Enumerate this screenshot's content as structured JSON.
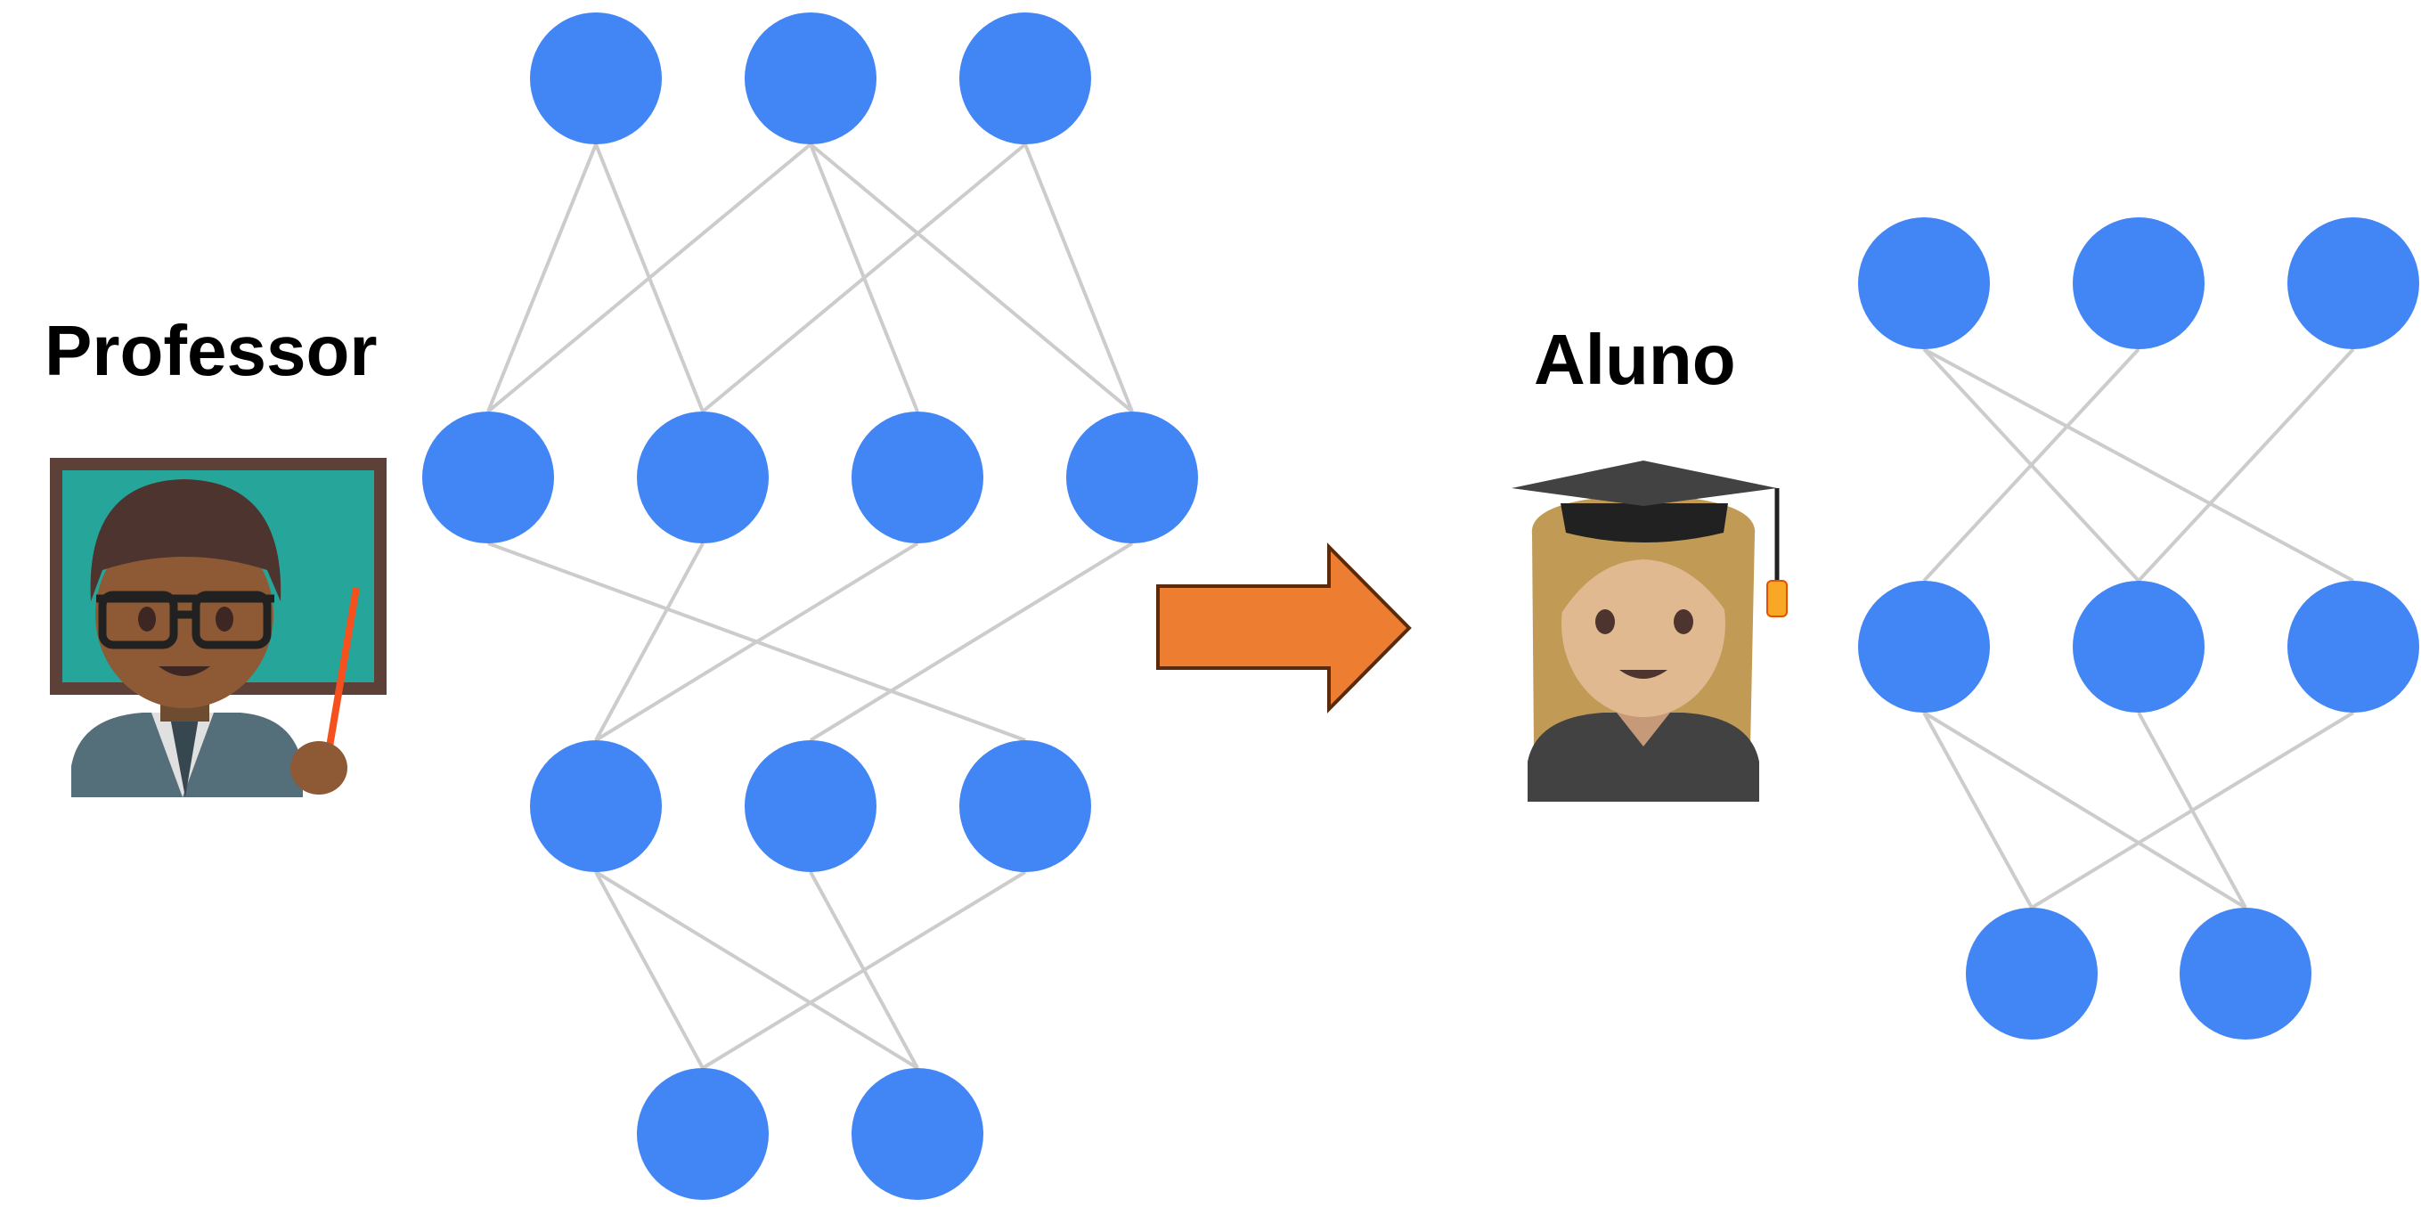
{
  "labels": {
    "teacher": "Professor",
    "student": "Aluno"
  },
  "colors": {
    "node": "#4285f4",
    "edge": "#cccccc",
    "arrow_fill": "#ed7d31",
    "arrow_stroke": "#5a2a0c",
    "panel_bg": "#f8f9fb"
  },
  "teacher_network": {
    "layers": [
      3,
      4,
      3,
      2
    ]
  },
  "student_network": {
    "layers": [
      3,
      3,
      2
    ]
  },
  "icons": {
    "teacher": "man-teacher-emoji-icon",
    "student": "woman-student-emoji-icon",
    "arrow": "right-arrow-icon"
  }
}
